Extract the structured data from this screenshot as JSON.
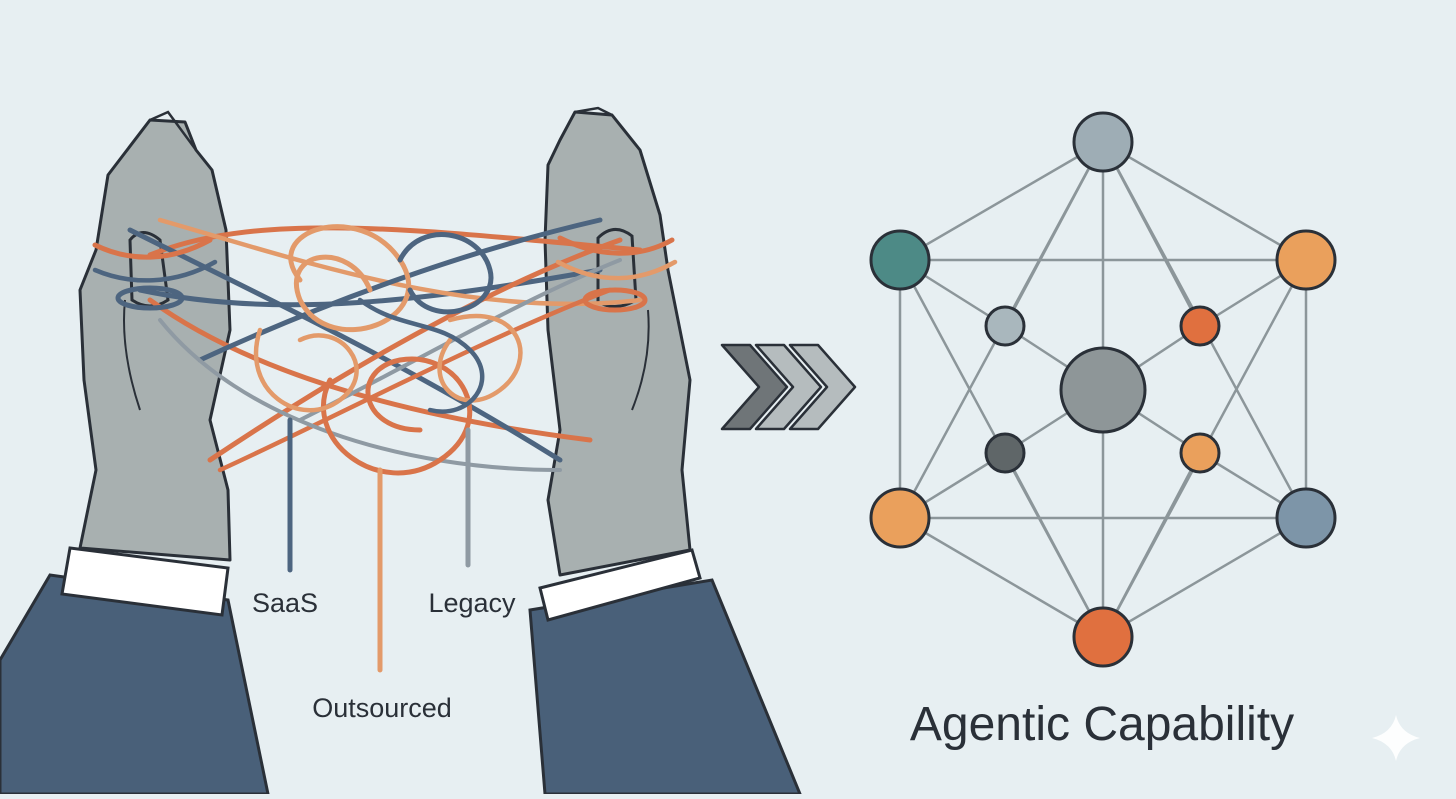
{
  "labels": {
    "saas": "SaaS",
    "legacy": "Legacy",
    "outsourced": "Outsourced",
    "capability": "Agentic Capability"
  },
  "colors": {
    "background": "#e7eff2",
    "suit": "#496079",
    "hand": "#a8b0b0",
    "outline": "#2a3038",
    "string_orange": "#d9744a",
    "string_peach": "#e39a6a",
    "string_navy": "#4d6580",
    "string_gray": "#8f9aa3",
    "arrow_dark": "#6f7578",
    "arrow_light": "#b5bcbe",
    "network_edge": "#8c969a",
    "node_steel": "#9eadb5",
    "node_teal": "#4d8a86",
    "node_amber": "#eaa05c",
    "node_vermilion": "#e0703f",
    "node_slate": "#7d95a8",
    "node_gray": "#8e9698",
    "node_charcoal": "#5f6668",
    "node_light": "#a9b7bd",
    "sparkle": "#ffffff"
  },
  "icons": [
    "tangled-hands-illustration",
    "chevron-arrows-icon",
    "network-graph-icon",
    "sparkle-icon"
  ]
}
